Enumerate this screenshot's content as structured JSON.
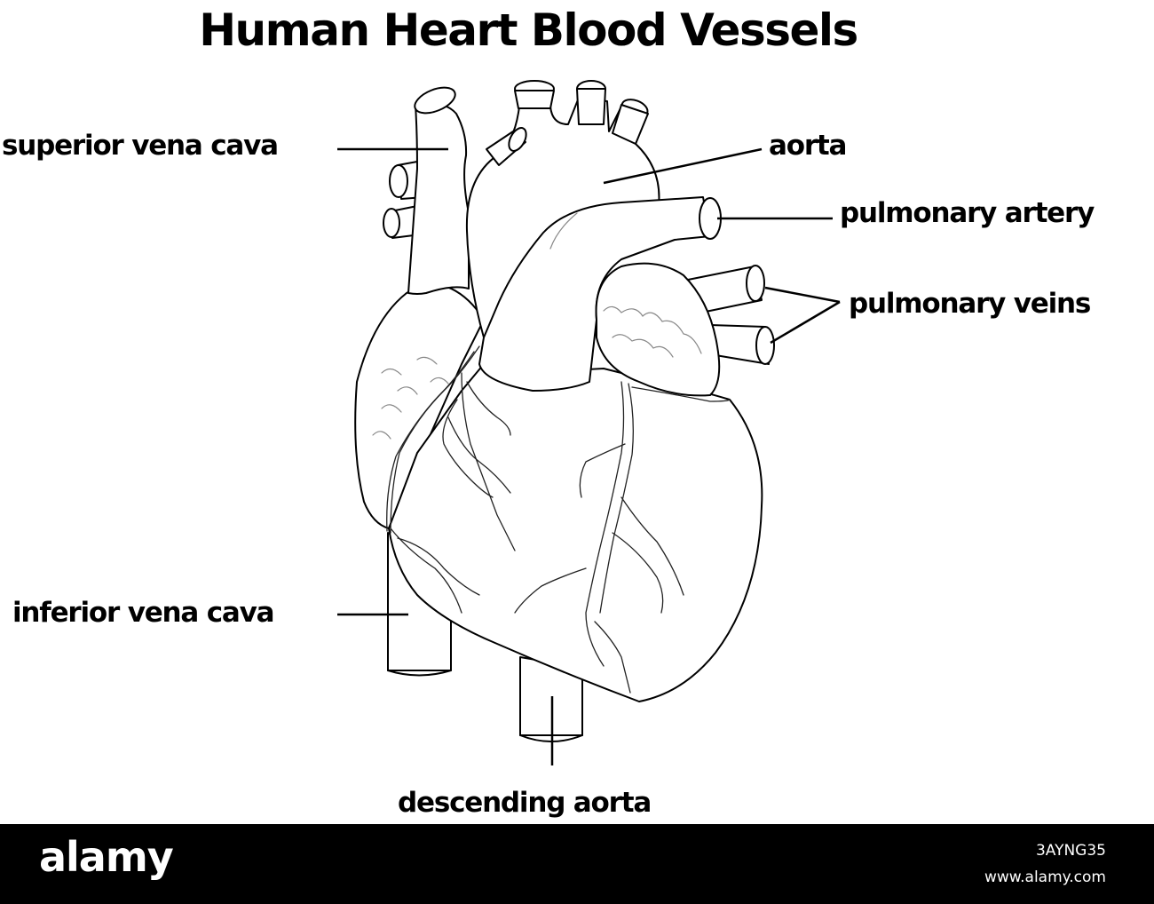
{
  "title": "Human Heart Blood Vessels",
  "labels": {
    "superior_vena_cava": "superior vena cava",
    "aorta": "aorta",
    "pulmonary_artery": "pulmonary artery",
    "pulmonary_veins": "pulmonary veins",
    "inferior_vena_cava": "inferior vena cava",
    "descending_aorta": "descending aorta"
  },
  "footer": {
    "brand": "alamy",
    "image_id": "3AYNG35",
    "site": "www.alamy.com"
  },
  "colors": {
    "background": "#ffffff",
    "line": "#000000",
    "footer": "#000000"
  }
}
